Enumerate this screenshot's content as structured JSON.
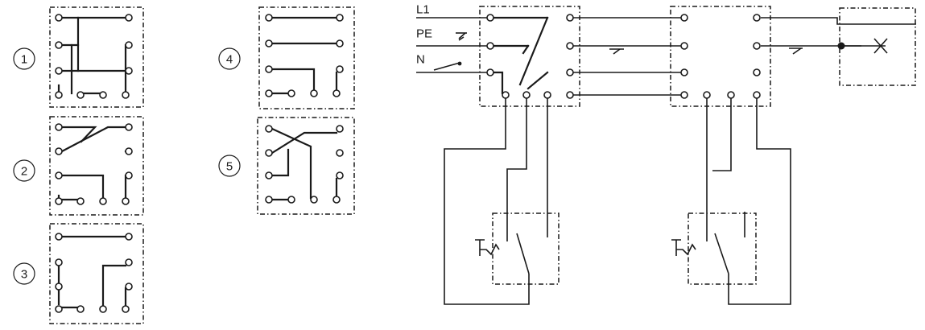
{
  "options": [
    {
      "number": "1"
    },
    {
      "number": "2"
    },
    {
      "number": "3"
    },
    {
      "number": "4"
    },
    {
      "number": "5"
    }
  ],
  "circuit": {
    "supply_labels": {
      "l1": "L1",
      "pe": "PE",
      "n": "N"
    }
  }
}
